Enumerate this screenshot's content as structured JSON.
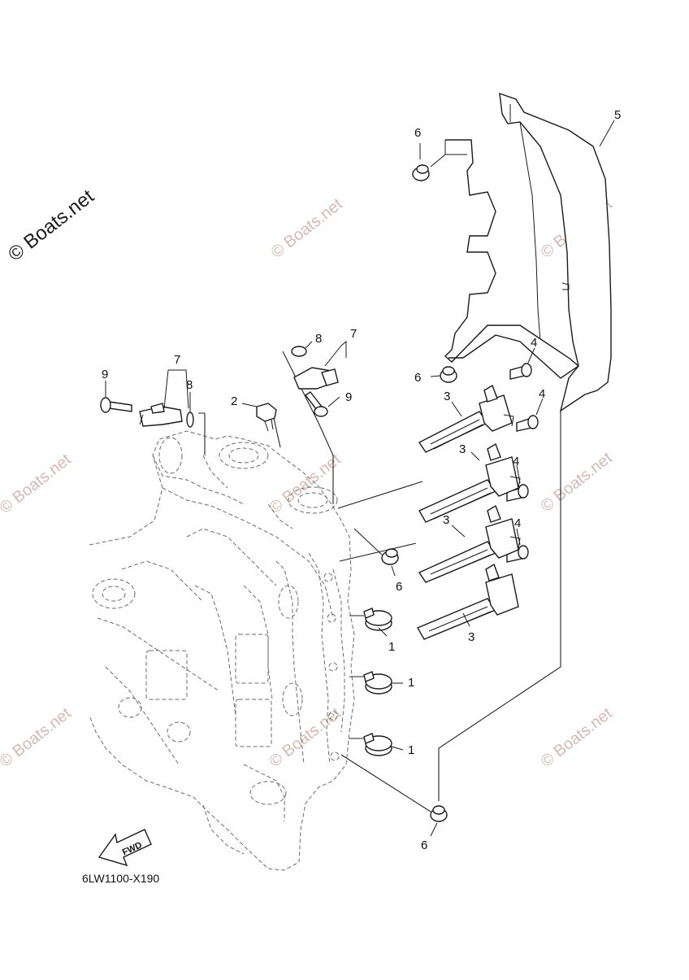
{
  "diagram": {
    "drawing_number": "6LW1100-X190",
    "fwd_label": "FWD",
    "copyright_main": "© Boats.net",
    "watermark_text": "© Boats.net",
    "callouts": {
      "c1a": "1",
      "c1b": "1",
      "c1c": "1",
      "c2": "2",
      "c3a": "3",
      "c3b": "3",
      "c3c": "3",
      "c3d": "3",
      "c4a": "4",
      "c4b": "4",
      "c4c": "4",
      "c4d": "4",
      "c5": "5",
      "c6a": "6",
      "c6b": "6",
      "c6c": "6",
      "c6d": "6",
      "c7a": "7",
      "c7b": "7",
      "c8a": "8",
      "c8b": "8",
      "c9a": "9",
      "c9b": "9"
    }
  }
}
